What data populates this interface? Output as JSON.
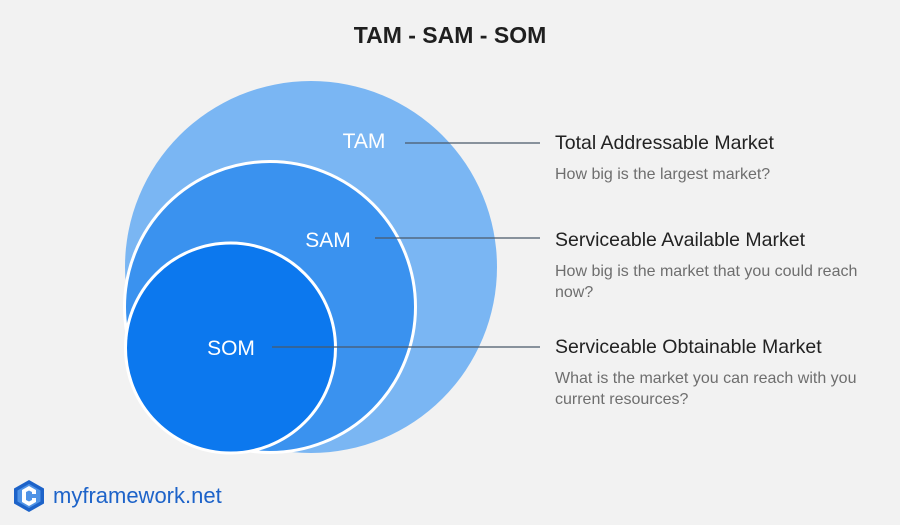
{
  "title": "TAM - SAM - SOM",
  "colors": {
    "background": "#f2f2f2",
    "tam_fill": "#7ab6f3",
    "sam_fill": "#3a92ef",
    "som_fill": "#0c78ee",
    "circle_outline": "#ffffff",
    "connector_line": "#4a5a6a",
    "brand": "#1d63c9"
  },
  "circles": [
    {
      "id": "tam",
      "label": "TAM",
      "title": "Total Addressable Market",
      "description": "How big is the largest market?"
    },
    {
      "id": "sam",
      "label": "SAM",
      "title": "Serviceable Available Market",
      "description": "How big is the market that you could reach now?"
    },
    {
      "id": "som",
      "label": "SOM",
      "title": "Serviceable Obtainable Market",
      "description": "What is the market you can reach with you current resources?"
    }
  ],
  "brand": {
    "name": "myframework.net",
    "icon": "myframework-logo-icon"
  }
}
